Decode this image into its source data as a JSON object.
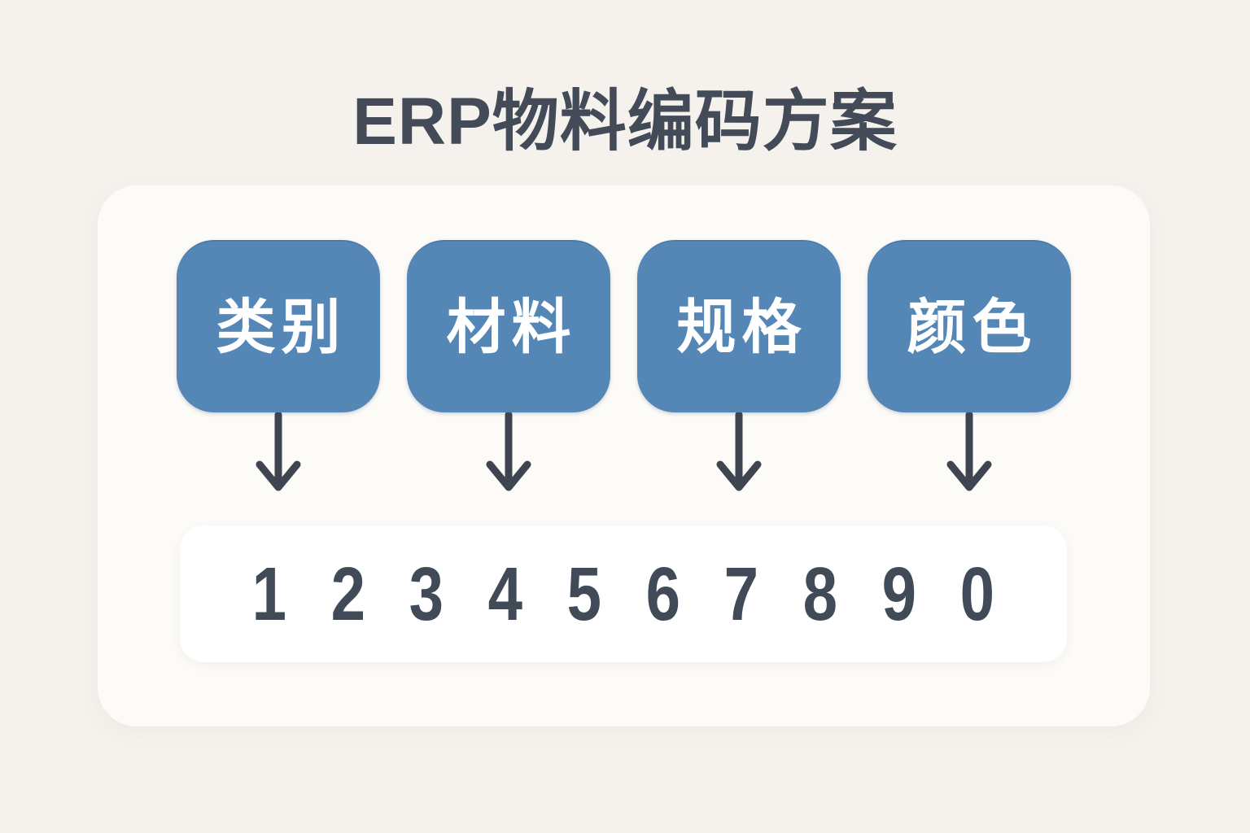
{
  "title": "ERP物料编码方案",
  "diagram": {
    "fields": [
      {
        "label": "类别"
      },
      {
        "label": "材料"
      },
      {
        "label": "规格"
      },
      {
        "label": "颜色"
      }
    ],
    "code_digits": [
      "1",
      "2",
      "3",
      "4",
      "5",
      "6",
      "7",
      "8",
      "9",
      "0"
    ]
  },
  "colors": {
    "page_background": "#f5f2ed",
    "card_background": "#fdfbf8",
    "field_box_blue": "#5587b6",
    "dark_text": "#414a57",
    "field_label_text": "#ffffff",
    "digits_strip_background": "#ffffff"
  }
}
